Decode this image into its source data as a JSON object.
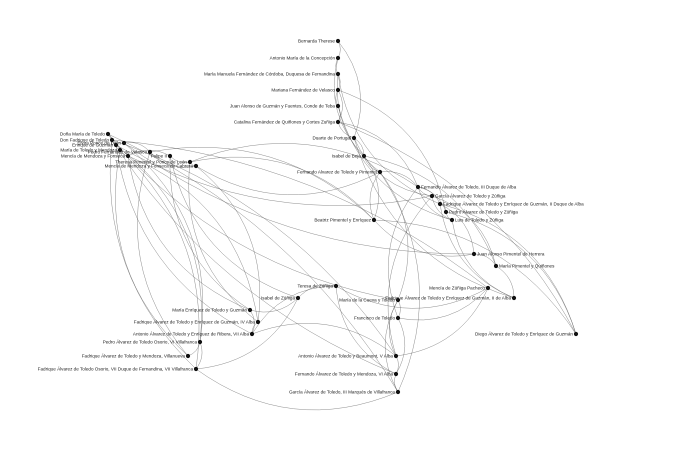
{
  "graph": {
    "nodes": [
      {
        "id": "n1",
        "label": "Bernarda Therese"
      },
      {
        "id": "n2",
        "label": "Antonio María de la Concepción"
      },
      {
        "id": "n3",
        "label": "María Manuela Fernández de Córdoba, Duquesa de Fernandina"
      },
      {
        "id": "n4",
        "label": "Mariana Fernández de Velasco"
      },
      {
        "id": "n5",
        "label": "Juan Alonso de Guzmán y Fuentes, Conde de Teba"
      },
      {
        "id": "n6",
        "label": "Catalina Fernández de Quiñones y Cortes Zuñiga"
      },
      {
        "id": "n7",
        "label": "Duarte de Portugal"
      },
      {
        "id": "n8",
        "label": "Isabel de Beja"
      },
      {
        "id": "n9",
        "label": "Fernando Alvarez de Toledo y Pimentel"
      },
      {
        "id": "n10",
        "label": "Doña María de Toledo"
      },
      {
        "id": "n11",
        "label": "Don Fadrique de Toledo"
      },
      {
        "id": "n12",
        "label": "Enrique de Guzmán"
      },
      {
        "id": "n13",
        "label": "María de Toledo y Mendoza"
      },
      {
        "id": "n14",
        "label": "Mencía de Mendoza y Fonseca"
      },
      {
        "id": "n15",
        "label": "Felipe II"
      },
      {
        "id": "n16",
        "label": "Theresa Pimentel y Ponce de León"
      },
      {
        "id": "n17",
        "label": "Fernando Álvarez de Toledo, III Duque de Alba"
      },
      {
        "id": "n18",
        "label": "García Álvarez de Toledo y Zúñiga"
      },
      {
        "id": "n19",
        "label": "Fadrique Álvarez de Toledo y Enríquez de Guzmán, II Duque de Alba"
      },
      {
        "id": "n20",
        "label": "Pedro Álvarez de Toledo y Zúñiga"
      },
      {
        "id": "n21",
        "label": "Luis de Toledo y Zúñiga"
      },
      {
        "id": "n22",
        "label": "Antonio Álvarez de Toledo y Beaumont, V Alba"
      },
      {
        "id": "n23",
        "label": "Fernando Álvarez de Toledo y Mendoza, VI Alba"
      },
      {
        "id": "n24",
        "label": "García Álvarez de Toledo, III Marqués de Villafranca"
      },
      {
        "id": "n25",
        "label": "Fadrique Álvarez de Toledo Osorio, VII Duque de Fernandina, VII Villafranca"
      },
      {
        "id": "n26",
        "label": "Pedro Álvarez de Toledo Osorio, VI Villafranca"
      },
      {
        "id": "n27",
        "label": "Fadrique Álvarez de Toledo y Mendoza, Villanueva"
      },
      {
        "id": "n28",
        "label": "Antonio Álvarez de Toledo y Enríquez de Ribera, VII Alba"
      },
      {
        "id": "n29",
        "label": "María Enríquez de Toledo y Guzmán"
      },
      {
        "id": "n30",
        "label": "Fadrique Álvarez de Toledo y Enríquez de Guzmán, IV Alba"
      },
      {
        "id": "n31",
        "label": "Beatriz Pimentel y Enríquez"
      },
      {
        "id": "n32",
        "label": "Juan Alonso Pimentel de Herrera"
      },
      {
        "id": "n33",
        "label": "Diego Álvarez de Toledo y Enríquez de Guzmán"
      },
      {
        "id": "n34",
        "label": "Fadrique Álvarez de Toledo y Enríquez de Guzmán, II de Alba"
      },
      {
        "id": "n35",
        "label": "María Pimentel y Quiñones"
      },
      {
        "id": "n36",
        "label": "María de la Cueva y Toledo"
      },
      {
        "id": "n37",
        "label": "Francisco de Toledo"
      },
      {
        "id": "n38",
        "label": "Mencía de Zúñiga Pacheco"
      },
      {
        "id": "n39",
        "label": "Teresa de Zúñiga"
      },
      {
        "id": "n40",
        "label": "Isabel de Zúñiga"
      },
      {
        "id": "n41",
        "label": "Elvira Ponce de León"
      },
      {
        "id": "n42",
        "label": "Pedro Fernández de Velasco"
      },
      {
        "id": "n43",
        "label": "Mencía de Mendoza y Fonseca de Cabrera"
      }
    ],
    "edges": [
      [
        "n1",
        "n2"
      ],
      [
        "n2",
        "n3"
      ],
      [
        "n3",
        "n4"
      ],
      [
        "n4",
        "n5"
      ],
      [
        "n5",
        "n6"
      ],
      [
        "n6",
        "n7"
      ],
      [
        "n7",
        "n8"
      ],
      [
        "n8",
        "n9"
      ],
      [
        "n1",
        "n7"
      ],
      [
        "n2",
        "n8"
      ],
      [
        "n4",
        "n6"
      ],
      [
        "n3",
        "n9"
      ],
      [
        "n10",
        "n11"
      ],
      [
        "n11",
        "n12"
      ],
      [
        "n12",
        "n13"
      ],
      [
        "n13",
        "n14"
      ],
      [
        "n14",
        "n15"
      ],
      [
        "n15",
        "n16"
      ],
      [
        "n16",
        "n31"
      ],
      [
        "n15",
        "n40"
      ],
      [
        "n9",
        "n17"
      ],
      [
        "n17",
        "n18"
      ],
      [
        "n17",
        "n20"
      ],
      [
        "n17",
        "n21"
      ],
      [
        "n17",
        "n19"
      ],
      [
        "n18",
        "n22"
      ],
      [
        "n22",
        "n23"
      ],
      [
        "n23",
        "n24"
      ],
      [
        "n24",
        "n25"
      ],
      [
        "n22",
        "n28"
      ],
      [
        "n28",
        "n30"
      ],
      [
        "n28",
        "n29"
      ],
      [
        "n26",
        "n27"
      ],
      [
        "n25",
        "n26"
      ],
      [
        "n19",
        "n33"
      ],
      [
        "n19",
        "n34"
      ],
      [
        "n32",
        "n35"
      ],
      [
        "n31",
        "n32"
      ],
      [
        "n36",
        "n37"
      ],
      [
        "n37",
        "n38"
      ],
      [
        "n38",
        "n39"
      ],
      [
        "n39",
        "n40"
      ],
      [
        "n41",
        "n42"
      ],
      [
        "n42",
        "n43"
      ],
      [
        "n43",
        "n16"
      ],
      [
        "n9",
        "n31"
      ],
      [
        "n9",
        "n36"
      ],
      [
        "n17",
        "n37"
      ],
      [
        "n10",
        "n24"
      ],
      [
        "n10",
        "n23"
      ],
      [
        "n11",
        "n22"
      ],
      [
        "n12",
        "n28"
      ],
      [
        "n13",
        "n25"
      ],
      [
        "n14",
        "n29"
      ],
      [
        "n41",
        "n26"
      ],
      [
        "n42",
        "n27"
      ],
      [
        "n43",
        "n30"
      ],
      [
        "n10",
        "n36"
      ],
      [
        "n11",
        "n38"
      ],
      [
        "n12",
        "n18"
      ],
      [
        "n6",
        "n33"
      ],
      [
        "n7",
        "n34"
      ],
      [
        "n8",
        "n35"
      ],
      [
        "n5",
        "n21"
      ],
      [
        "n4",
        "n20"
      ],
      [
        "n3",
        "n19"
      ],
      [
        "n9",
        "n24"
      ],
      [
        "n36",
        "n22"
      ],
      [
        "n37",
        "n23"
      ],
      [
        "n32",
        "n19"
      ],
      [
        "n31",
        "n33"
      ],
      [
        "n16",
        "n30"
      ],
      [
        "n40",
        "n29"
      ],
      [
        "n39",
        "n28"
      ],
      [
        "n21",
        "n20"
      ],
      [
        "n18",
        "n21"
      ],
      [
        "n35",
        "n34"
      ],
      [
        "n15",
        "n29"
      ],
      [
        "n14",
        "n30"
      ],
      [
        "n13",
        "n27"
      ],
      [
        "n12",
        "n26"
      ],
      [
        "n11",
        "n25"
      ],
      [
        "n16",
        "n17"
      ],
      [
        "n43",
        "n9"
      ],
      [
        "n42",
        "n31"
      ],
      [
        "n41",
        "n32"
      ],
      [
        "n6",
        "n17"
      ],
      [
        "n7",
        "n18"
      ],
      [
        "n8",
        "n31"
      ],
      [
        "n36",
        "n24"
      ],
      [
        "n38",
        "n22"
      ],
      [
        "n39",
        "n23"
      ],
      [
        "n40",
        "n25"
      ],
      [
        "n33",
        "n20"
      ],
      [
        "n34",
        "n21"
      ],
      [
        "n35",
        "n18"
      ]
    ]
  }
}
